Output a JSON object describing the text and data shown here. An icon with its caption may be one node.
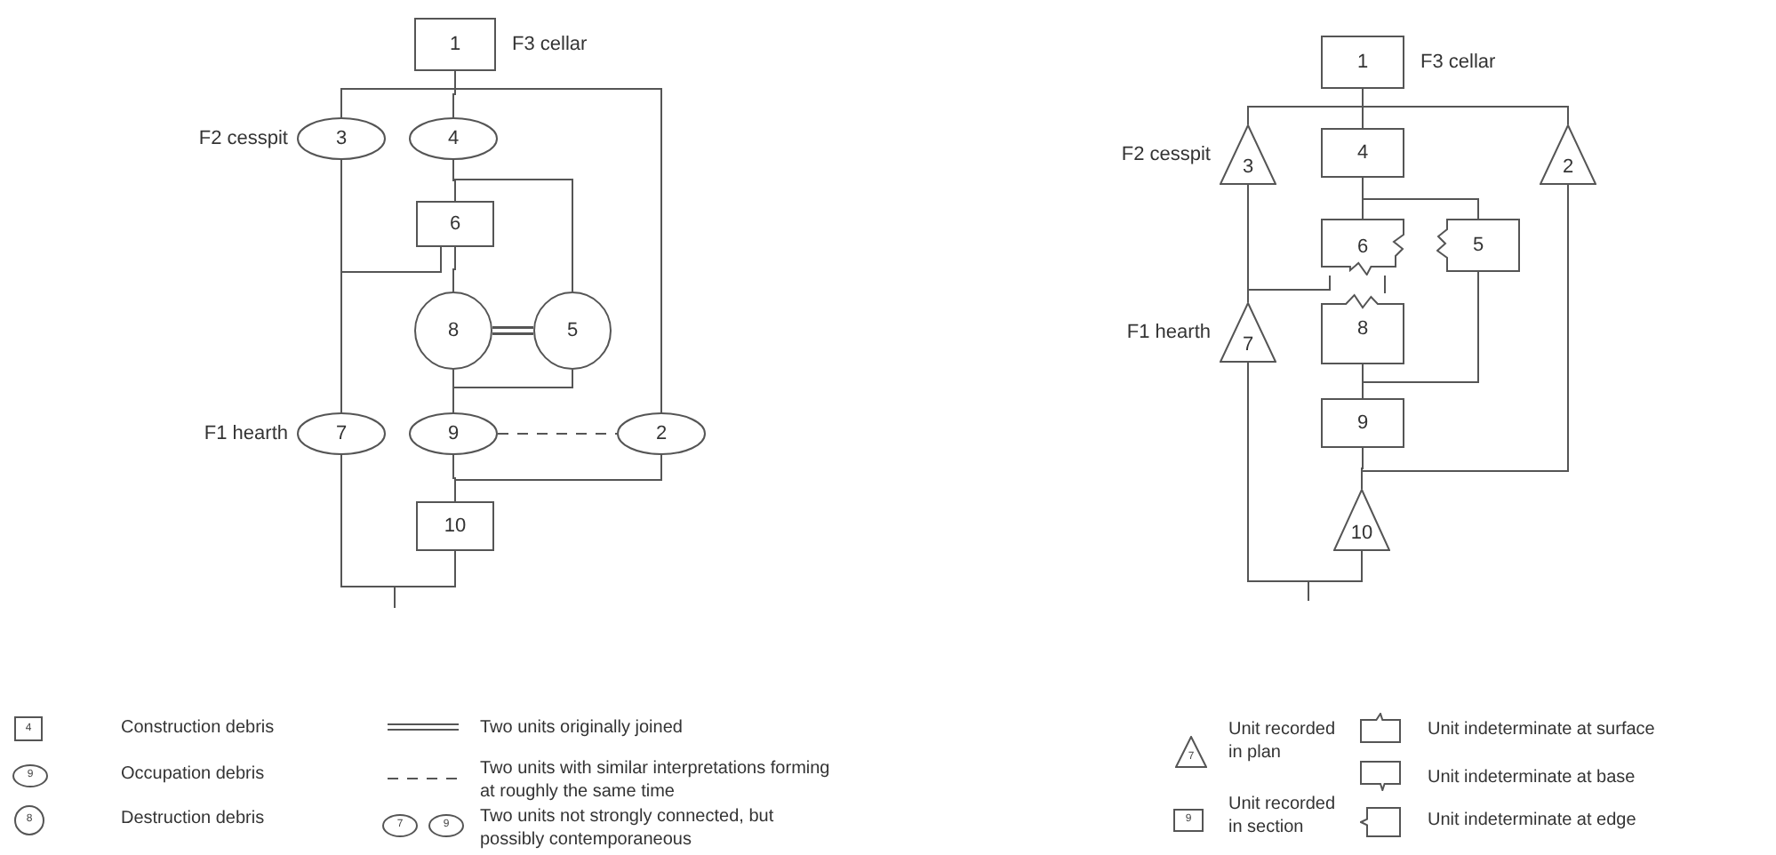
{
  "diagram": {
    "nodes": [
      {
        "text": [
          "1"
        ],
        "beside": [
          "F3 cellar"
        ]
      },
      {
        "text": [
          "3"
        ],
        "beside": [
          "F2 cesspit"
        ]
      },
      {
        "text": [
          "4"
        ]
      },
      {
        "text": [
          "6"
        ]
      },
      {
        "text": [
          "8"
        ]
      },
      {
        "text": [
          "5"
        ]
      },
      {
        "text": [
          "7"
        ],
        "beside": [
          "F1 hearth"
        ]
      },
      {
        "text": [
          "9"
        ]
      },
      {
        "text": [
          "2"
        ]
      },
      {
        "text": [
          "10"
        ]
      },
      {
        "text": [
          "1"
        ],
        "beside": [
          "F3 cellar"
        ]
      },
      {
        "text": [
          "3"
        ],
        "beside": [
          "F2 cesspit"
        ]
      },
      {
        "text": [
          "4"
        ]
      },
      {
        "text": [
          "2"
        ]
      },
      {
        "text": [
          "6"
        ]
      },
      {
        "text": [
          "5"
        ]
      },
      {
        "text": [
          "7"
        ],
        "beside": [
          "F1 hearth"
        ]
      },
      {
        "text": [
          "8"
        ]
      },
      {
        "text": [
          "9"
        ]
      },
      {
        "text": [
          "10"
        ]
      }
    ],
    "edges": [
      {
        "from": 0,
        "to": 1,
        "arrow": "none"
      },
      {
        "from": 0,
        "to": 2,
        "arrow": "none"
      },
      {
        "from": 0,
        "to": 8,
        "arrow": "none"
      },
      {
        "from": 2,
        "to": 3,
        "arrow": "none"
      },
      {
        "from": 2,
        "to": 5,
        "arrow": "none"
      },
      {
        "from": 1,
        "to": 6,
        "arrow": "none"
      },
      {
        "from": 3,
        "to": 6,
        "arrow": "none"
      },
      {
        "from": 3,
        "to": 4,
        "arrow": "none"
      },
      {
        "from": 4,
        "to": 5,
        "arrow": "none",
        "style": "thick"
      },
      {
        "from": 4,
        "to": 7,
        "arrow": "none"
      },
      {
        "from": 5,
        "to": 7,
        "arrow": "none"
      },
      {
        "from": 7,
        "to": 8,
        "arrow": "none",
        "style": "dashed"
      },
      {
        "from": 7,
        "to": 9,
        "arrow": "none"
      },
      {
        "from": 8,
        "to": 9,
        "arrow": "none"
      },
      {
        "from": 6,
        "to": null,
        "arrow": "none"
      },
      {
        "from": 9,
        "to": null,
        "arrow": "none"
      },
      {
        "from": 10,
        "to": 11,
        "arrow": "none"
      },
      {
        "from": 10,
        "to": 12,
        "arrow": "none"
      },
      {
        "from": 10,
        "to": 13,
        "arrow": "none"
      },
      {
        "from": 12,
        "to": 14,
        "arrow": "none"
      },
      {
        "from": 12,
        "to": 15,
        "arrow": "none"
      },
      {
        "from": 11,
        "to": 16,
        "arrow": "none"
      },
      {
        "from": 14,
        "to": 16,
        "arrow": "none"
      },
      {
        "from": 14,
        "to": 17,
        "arrow": "none"
      },
      {
        "from": 17,
        "to": 18,
        "arrow": "none"
      },
      {
        "from": 15,
        "to": 18,
        "arrow": "none"
      },
      {
        "from": 18,
        "to": 19,
        "arrow": "none"
      },
      {
        "from": 13,
        "to": 19,
        "arrow": "none"
      },
      {
        "from": 16,
        "to": null,
        "arrow": "none"
      },
      {
        "from": 19,
        "to": null,
        "arrow": "none"
      }
    ],
    "labels": [
      "4",
      "9",
      "8",
      "7",
      "9",
      "7",
      "9"
    ],
    "legend": [
      {
        "text": "Construction debris"
      },
      {
        "text": "Occupation debris"
      },
      {
        "text": "Destruction debris"
      },
      {
        "text": "Two units originally joined"
      },
      {
        "text": "Two units with similar interpretations forming at roughly the same time"
      },
      {
        "text": "Two units not strongly connected, but possibly contemporaneous"
      },
      {
        "text": "Unit recorded in plan"
      },
      {
        "text": "Unit recorded in section"
      },
      {
        "text": "Unit indeterminate at surface"
      },
      {
        "text": "Unit indeterminate at base"
      },
      {
        "text": "Unit indeterminate at edge"
      }
    ]
  }
}
